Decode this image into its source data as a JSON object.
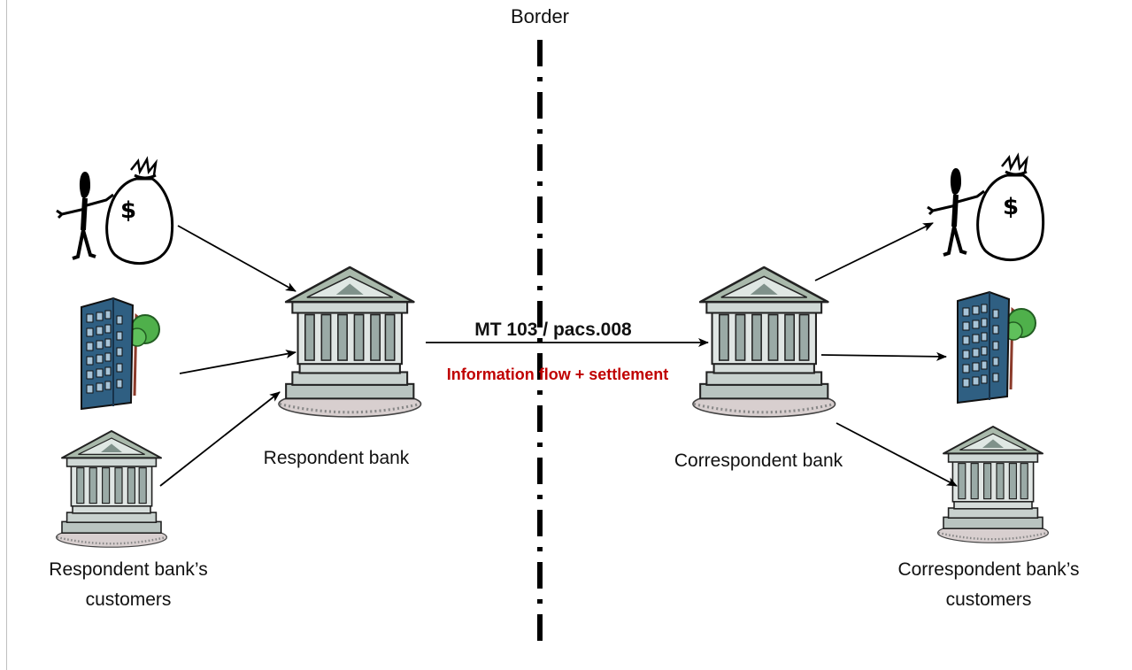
{
  "border_label": "Border",
  "message_label": "MT 103 / pacs.008",
  "flow_label": "Information flow + settlement",
  "respondent_bank_label": "Respondent bank",
  "correspondent_bank_label": "Correspondent bank",
  "respondent_customers_label": [
    "Respondent bank’s",
    "customers"
  ],
  "correspondent_customers_label": [
    "Correspondent bank’s",
    "customers"
  ],
  "money_bag_symbol": "$",
  "colors": {
    "flow_text": "#c00000",
    "bank_roof": "#a9b9ab",
    "bank_columns": "#c7d0cf",
    "building": "#2f5f82",
    "tree": "#4fb04b",
    "border_line": "#000000"
  },
  "icons": [
    "person-with-money-bag-icon",
    "office-building-icon",
    "bank-icon"
  ]
}
